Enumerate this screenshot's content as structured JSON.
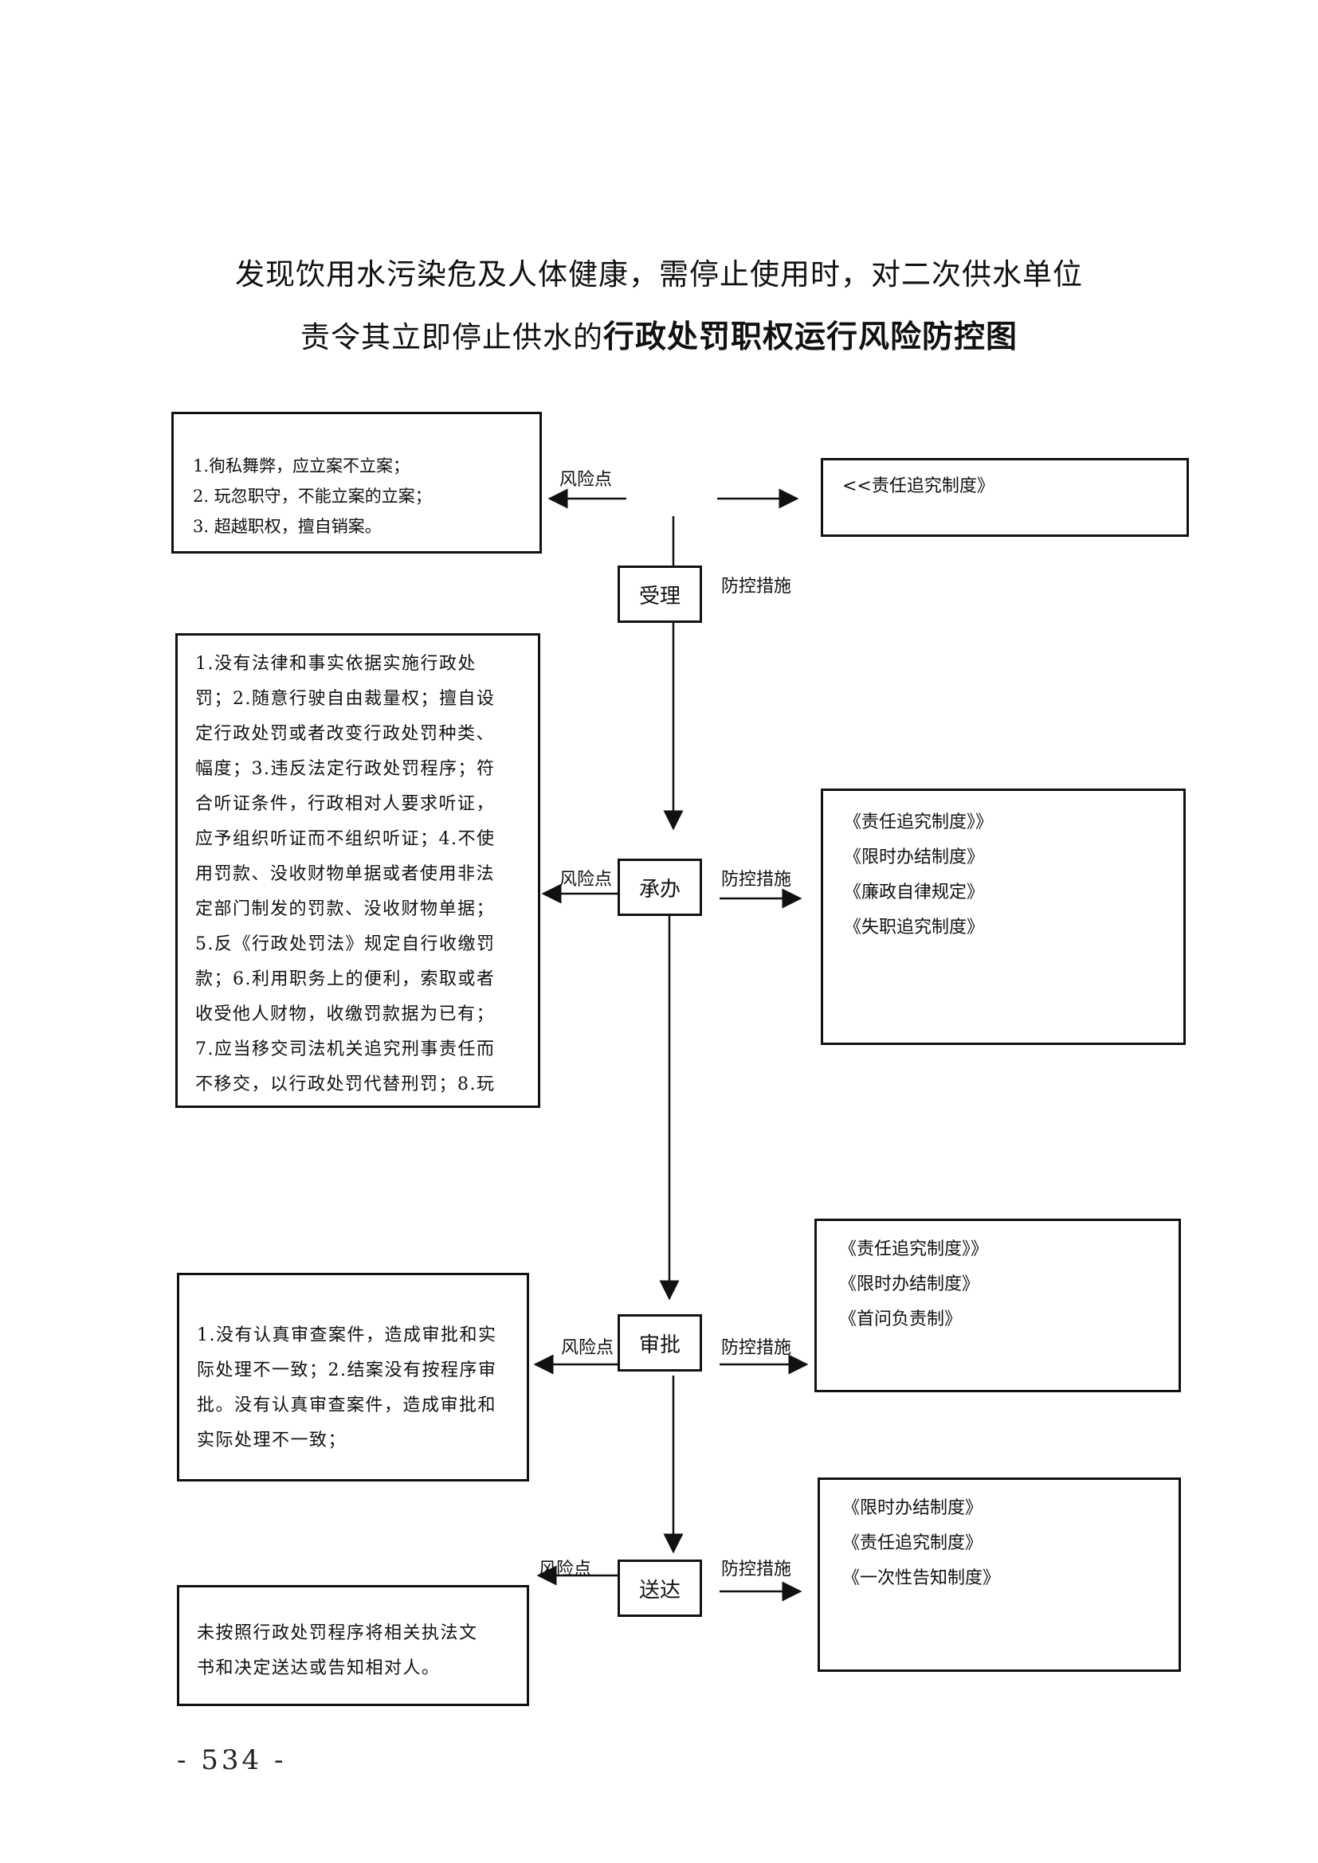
{
  "title": {
    "line1": "发现饮用水污染危及人体健康，需停止使用时，对二次供水单位",
    "line2_prefix": "责令其立即停止供水的",
    "line2_bold": "行政处罚职权运行风险防控图"
  },
  "labels": {
    "risk_point": "风险点",
    "control_measures": "防控措施"
  },
  "nodes": {
    "accept": "受理",
    "handle": "承办",
    "approve": "审批",
    "deliver": "送达"
  },
  "risks": {
    "accept": [
      "1.徇私舞弊，应立案不立案；",
      "2. 玩忽职守，不能立案的立案；",
      "3. 超越职权，擅自销案。"
    ],
    "handle": [
      "1.没有法律和事实依据实施行政处",
      "罚；2.随意行驶自由裁量权；擅自设",
      "定行政处罚或者改变行政处罚种类、",
      "幅度；3.违反法定行政处罚程序；符",
      "合听证条件，行政相对人要求听证，",
      "应予组织听证而不组织听证；4.不使",
      "用罚款、没收财物单据或者使用非法",
      "定部门制发的罚款、没收财物单据；",
      "5.反《行政处罚法》规定自行收缴罚",
      "款；6.利用职务上的便利，索取或者",
      "收受他人财物，收缴罚款据为已有；",
      "7.应当移交司法机关追究刑事责任而",
      "不移交，以行政处罚代替刑罚；8.玩"
    ],
    "approve": [
      "1.没有认真审查案件，造成审批和实",
      "际处理不一致；2.结案没有按程序审",
      "批。没有认真审查案件，造成审批和",
      "实际处理不一致；"
    ],
    "deliver": [
      "未按照行政处罚程序将相关执法文",
      "书和决定送达或告知相对人。"
    ]
  },
  "measures": {
    "accept": [
      "<<责任追究制度》"
    ],
    "handle": [
      "《责任追究制度》》",
      "《限时办结制度》",
      "《廉政自律规定》",
      "《失职追究制度》"
    ],
    "approve": [
      "《责任追究制度》》",
      "《限时办结制度》",
      "《首问负责制》"
    ],
    "deliver": [
      "《限时办结制度》",
      "《责任追究制度》",
      "《一次性告知制度》"
    ]
  },
  "page_number": "- 534 -"
}
